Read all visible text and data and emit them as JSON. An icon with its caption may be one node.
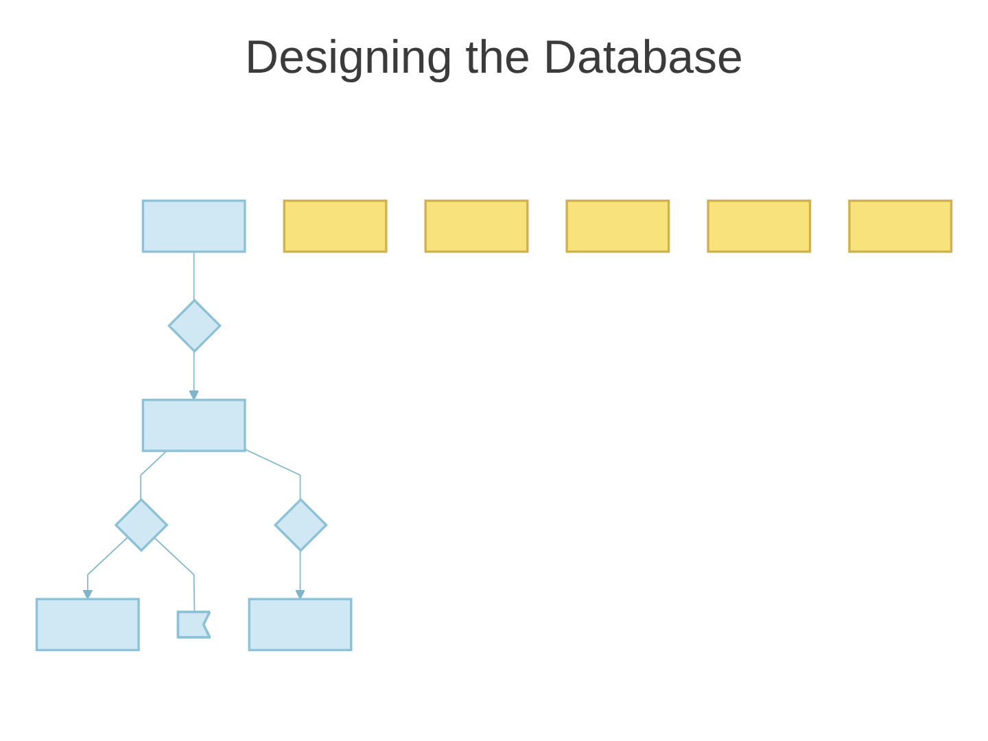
{
  "diagram": {
    "title": "Designing the Database",
    "nodes": [
      {
        "text": [],
        "shape": "box"
      },
      {
        "text": [],
        "shape": "diamond"
      },
      {
        "text": [],
        "shape": "box"
      },
      {
        "text": [],
        "shape": "diamond"
      },
      {
        "text": [],
        "shape": "box"
      },
      {
        "text": [],
        "shape": "diamond"
      },
      {
        "text": [],
        "shape": "tag"
      },
      {
        "text": [],
        "shape": "box"
      },
      {
        "text": [],
        "shape": "table"
      },
      {
        "text": [],
        "shape": "table"
      },
      {
        "text": [],
        "shape": "table"
      },
      {
        "text": [],
        "shape": "table"
      },
      {
        "text": [],
        "shape": "table"
      }
    ],
    "edges": [
      {
        "from": 0,
        "to": 1,
        "arrow": "none"
      },
      {
        "from": 1,
        "to": 2,
        "arrow": "to"
      },
      {
        "from": 2,
        "to": 3,
        "arrow": "none"
      },
      {
        "from": 3,
        "to": 4,
        "arrow": "to"
      },
      {
        "from": 3,
        "to": 6,
        "arrow": "none"
      },
      {
        "from": 2,
        "to": 5,
        "arrow": "none"
      },
      {
        "from": 5,
        "to": 7,
        "arrow": "to"
      }
    ]
  }
}
